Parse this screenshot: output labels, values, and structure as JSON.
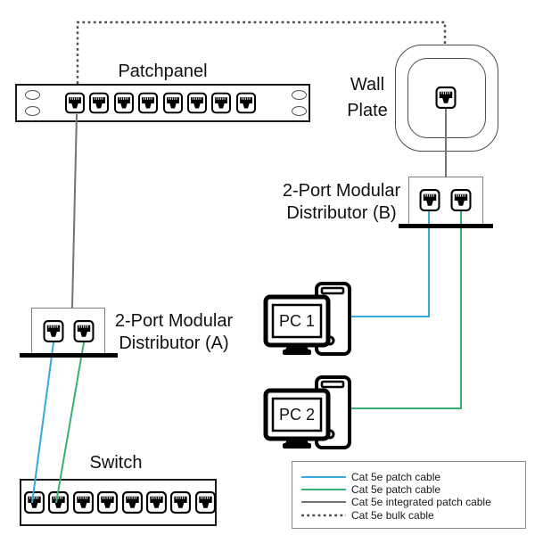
{
  "colors": {
    "patch_blue": "#35a8dc",
    "patch_green": "#35b273",
    "integrated_gray": "#737373",
    "bulk_dark": "#4d4d4d"
  },
  "nodes": {
    "patchpanel": {
      "label": "Patchpanel",
      "port_count": "8"
    },
    "wall_plate": {
      "label": "Wall Plate"
    },
    "distributor_b": {
      "label": "2-Port Modular Distributor (B)",
      "port_count": "2"
    },
    "distributor_a": {
      "label": "2-Port Modular Distributor (A)",
      "port_count": "2"
    },
    "pc1": {
      "label": "PC 1"
    },
    "pc2": {
      "label": "PC 2"
    },
    "switch": {
      "label": "Switch",
      "port_count": "8"
    }
  },
  "connections": [
    {
      "from": "patchpanel-port-1",
      "to": "wall-plate",
      "cable": "Cat 5e bulk cable"
    },
    {
      "from": "patchpanel-port-1",
      "to": "distributor-a",
      "cable": "Cat 5e integrated patch cable"
    },
    {
      "from": "wall-plate-jack",
      "to": "distributor-b",
      "cable": "Cat 5e integrated patch cable"
    },
    {
      "from": "distributor-b-port-1",
      "to": "pc1",
      "cable": "Cat 5e patch cable (blue)"
    },
    {
      "from": "distributor-b-port-2",
      "to": "pc2",
      "cable": "Cat 5e patch cable (green)"
    },
    {
      "from": "distributor-a-port-1",
      "to": "switch-port-1",
      "cable": "Cat 5e patch cable (blue)"
    },
    {
      "from": "distributor-a-port-2",
      "to": "switch-port-2",
      "cable": "Cat 5e patch cable (green)"
    }
  ],
  "legend": {
    "items": [
      {
        "label": "Cat 5e patch cable",
        "color": "#35a8dc",
        "style": "solid"
      },
      {
        "label": "Cat 5e patch cable",
        "color": "#35b273",
        "style": "solid"
      },
      {
        "label": "Cat 5e integrated patch cable",
        "color": "#737373",
        "style": "solid"
      },
      {
        "label": "Cat 5e bulk cable",
        "color": "#4d4d4d",
        "style": "dashed"
      }
    ]
  }
}
